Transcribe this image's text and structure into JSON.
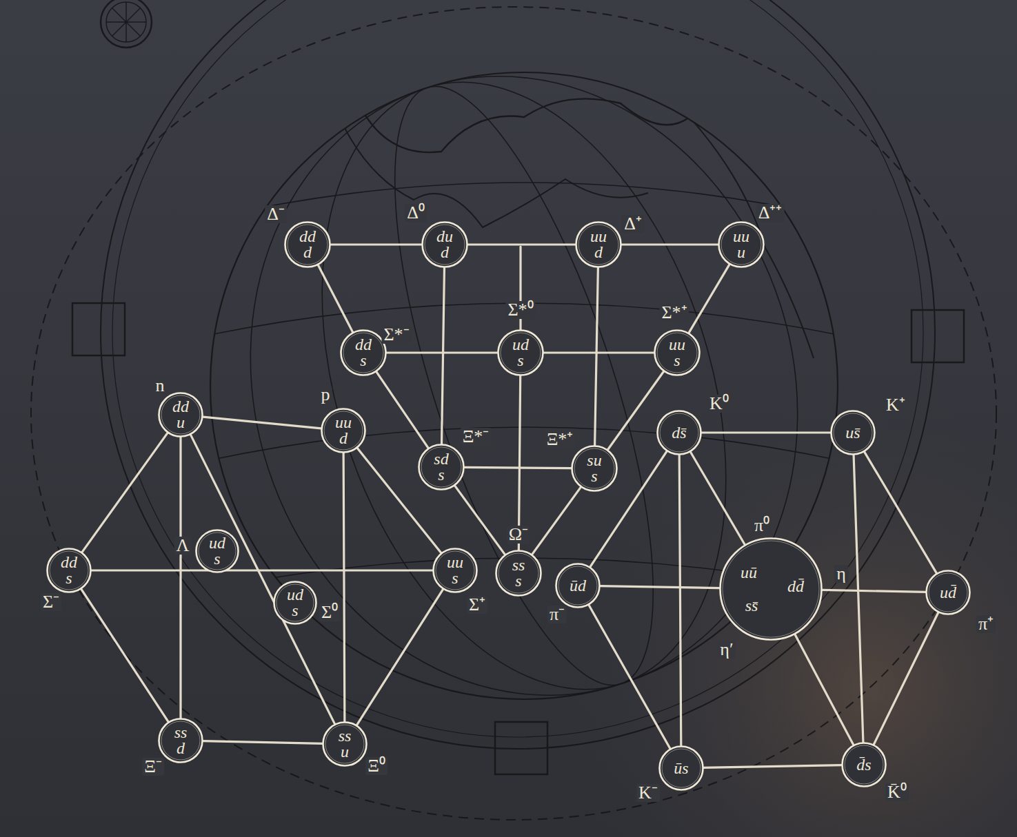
{
  "diagram": {
    "nodes": [
      {
        "text": [
          "Δ⁻",
          "dd d"
        ]
      },
      {
        "text": [
          "Δ⁰",
          "du d"
        ]
      },
      {
        "text": [
          "Δ⁺",
          "uu d"
        ]
      },
      {
        "text": [
          "Δ⁺⁺",
          "uu u"
        ]
      },
      {
        "text": [
          "Σ*⁻",
          "dd s"
        ]
      },
      {
        "text": [
          "Σ*⁰",
          "ud s"
        ]
      },
      {
        "text": [
          "Σ*⁺",
          "uu s"
        ]
      },
      {
        "text": [
          "n",
          "dd u"
        ]
      },
      {
        "text": [
          "p",
          "uu d"
        ]
      },
      {
        "text": [
          "K⁰",
          "ds̄"
        ]
      },
      {
        "text": [
          "K⁺",
          "us̄"
        ]
      },
      {
        "text": [
          "Ξ*⁻",
          "sd s"
        ]
      },
      {
        "text": [
          "Ξ*⁺",
          "su s"
        ]
      },
      {
        "text": [
          "Λ",
          "ud s"
        ]
      },
      {
        "text": [
          "Σ⁻",
          "dd s"
        ]
      },
      {
        "text": [
          "Σ⁺",
          "uu s"
        ]
      },
      {
        "text": [
          "Ω⁻",
          "ss s"
        ]
      },
      {
        "text": [
          "π⁻",
          "ūd"
        ]
      },
      {
        "text": [
          "π⁰",
          "η",
          "η′",
          "uū",
          "dd̄",
          "ss̄"
        ]
      },
      {
        "text": [
          "π⁺",
          "ud̄"
        ]
      },
      {
        "text": [
          "Σ⁰",
          "ud s"
        ]
      },
      {
        "text": [
          "Ξ⁻",
          "ss d"
        ]
      },
      {
        "text": [
          "Ξ⁰",
          "ss u"
        ]
      },
      {
        "text": [
          "K⁻",
          "ūs"
        ]
      },
      {
        "text": [
          "K̄⁰",
          "d̄s"
        ]
      }
    ],
    "edges": [
      {
        "from": 0,
        "to": 1,
        "arrow": "none"
      },
      {
        "from": 1,
        "to": 2,
        "arrow": "none"
      },
      {
        "from": 2,
        "to": 3,
        "arrow": "none"
      },
      {
        "from": 0,
        "to": 4,
        "arrow": "none"
      },
      {
        "from": 4,
        "to": 11,
        "arrow": "none"
      },
      {
        "from": 11,
        "to": 16,
        "arrow": "none"
      },
      {
        "from": 3,
        "to": 6,
        "arrow": "none"
      },
      {
        "from": 6,
        "to": 12,
        "arrow": "none"
      },
      {
        "from": 12,
        "to": 16,
        "arrow": "none"
      },
      {
        "from": 4,
        "to": 5,
        "arrow": "none"
      },
      {
        "from": 5,
        "to": 6,
        "arrow": "none"
      },
      {
        "from": 11,
        "to": 12,
        "arrow": "none"
      },
      {
        "from": 1,
        "to": 11,
        "arrow": "none"
      },
      {
        "from": 2,
        "to": 12,
        "arrow": "none"
      },
      {
        "from": 5,
        "to": 16,
        "arrow": "none"
      },
      {
        "from": 7,
        "to": 8,
        "arrow": "none"
      },
      {
        "from": 7,
        "to": 14,
        "arrow": "none"
      },
      {
        "from": 8,
        "to": 15,
        "arrow": "none"
      },
      {
        "from": 14,
        "to": 15,
        "arrow": "none"
      },
      {
        "from": 14,
        "to": 21,
        "arrow": "none"
      },
      {
        "from": 15,
        "to": 22,
        "arrow": "none"
      },
      {
        "from": 21,
        "to": 22,
        "arrow": "none"
      },
      {
        "from": 7,
        "to": 21,
        "arrow": "none"
      },
      {
        "from": 8,
        "to": 22,
        "arrow": "none"
      },
      {
        "from": 7,
        "to": 22,
        "arrow": "none"
      },
      {
        "from": 9,
        "to": 10,
        "arrow": "none"
      },
      {
        "from": 9,
        "to": 17,
        "arrow": "none"
      },
      {
        "from": 9,
        "to": 23,
        "arrow": "none"
      },
      {
        "from": 9,
        "to": 18,
        "arrow": "none"
      },
      {
        "from": 10,
        "to": 19,
        "arrow": "none"
      },
      {
        "from": 10,
        "to": 24,
        "arrow": "none"
      },
      {
        "from": 17,
        "to": 18,
        "arrow": "none"
      },
      {
        "from": 18,
        "to": 19,
        "arrow": "none"
      },
      {
        "from": 17,
        "to": 23,
        "arrow": "none"
      },
      {
        "from": 19,
        "to": 24,
        "arrow": "none"
      },
      {
        "from": 23,
        "to": 24,
        "arrow": "none"
      },
      {
        "from": 18,
        "to": 24,
        "arrow": "none"
      }
    ]
  }
}
